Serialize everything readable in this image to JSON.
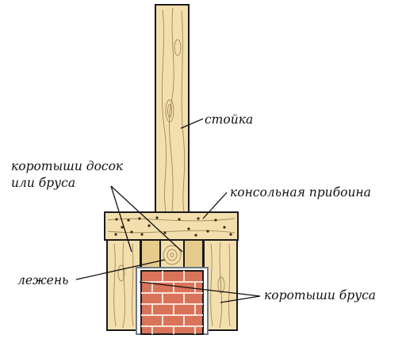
{
  "labels": {
    "post": "стойка",
    "board_stubs_line1": "коротыши досок",
    "board_stubs_line2": "или бруса",
    "console_board": "консольная прибоина",
    "sill": "лежень",
    "beam_stubs": "коротыши бруса"
  },
  "colors": {
    "wood": "#f3dfae",
    "wood_dark": "#e7cb8c",
    "brick": "#d9735a",
    "mortar": "#fbe3d8",
    "outline": "#1a1a1a"
  }
}
